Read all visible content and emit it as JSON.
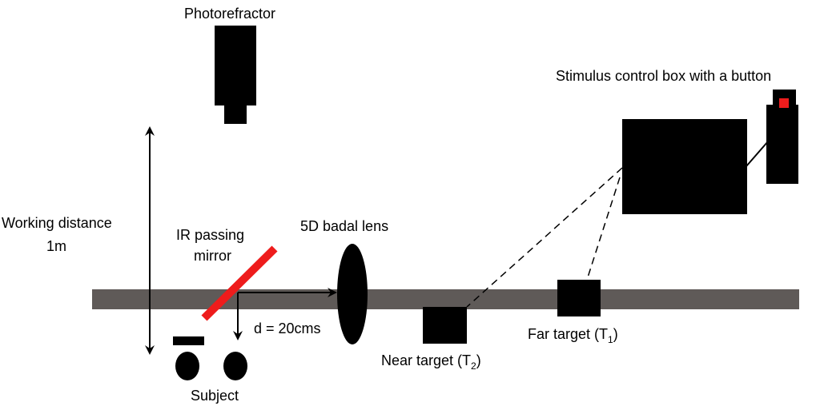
{
  "labels": {
    "photorefractor": "Photorefractor",
    "stimulus_box": "Stimulus control box with a button",
    "working_distance_line1": "Working distance",
    "working_distance_line2": "1m",
    "mirror_line1": "IR passing",
    "mirror_line2": "mirror",
    "lens": "5D badal lens",
    "distance": "d = 20cms",
    "near_target": "Near target (T",
    "near_target_sub": "2",
    "far_target": "Far target (T",
    "far_target_sub": "1",
    "close_paren": ")",
    "subject": "Subject"
  },
  "colors": {
    "bench": "#5f5a58",
    "mirror": "#ee1c1c",
    "button": "#ee1c1c"
  }
}
